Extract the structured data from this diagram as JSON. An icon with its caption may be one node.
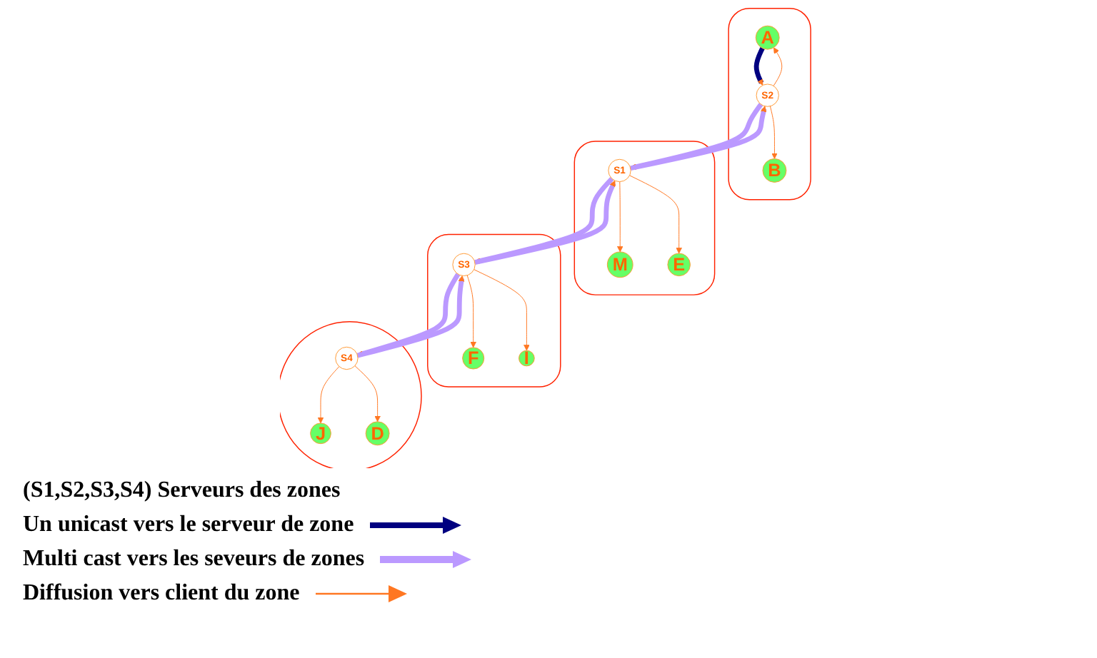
{
  "diagram": {
    "nodes": [
      {
        "text": [],
        "shape": "cloud"
      },
      {
        "text": [
          "B"
        ],
        "in": 0
      },
      {
        "text": [
          "A"
        ],
        "in": 0
      },
      {
        "text": [
          "S2"
        ],
        "in": 0
      },
      {
        "text": [],
        "shape": "cloud"
      },
      {
        "text": [
          "M"
        ],
        "in": 4
      },
      {
        "text": [
          "E"
        ],
        "in": 4
      },
      {
        "text": [
          "S1"
        ],
        "in": 4
      },
      {
        "text": [],
        "shape": "cloud"
      },
      {
        "text": [
          "F"
        ],
        "in": 8
      },
      {
        "text": [
          "S3"
        ],
        "in": 8
      },
      {
        "text": [
          "I"
        ],
        "in": 8
      },
      {
        "text": [],
        "shape": "circle"
      },
      {
        "text": [
          "J"
        ],
        "in": 12
      },
      {
        "text": [
          "S4"
        ],
        "in": 12
      },
      {
        "text": [
          "D"
        ],
        "in": 12
      }
    ],
    "edges": [
      {
        "from": 3,
        "to": 1,
        "arrow": "to"
      },
      {
        "from": 3,
        "to": 2,
        "arrow": "to"
      },
      {
        "from": 2,
        "to": 3,
        "arrow": "to",
        "style": "thick",
        "color": "#000080"
      },
      {
        "from": 7,
        "to": 5,
        "arrow": "to"
      },
      {
        "from": 7,
        "to": 6,
        "arrow": "to"
      },
      {
        "from": 3,
        "to": 7,
        "arrow": "to",
        "style": "thick",
        "color": "#bb99ff"
      },
      {
        "from": 7,
        "to": 3,
        "arrow": "to",
        "style": "thick",
        "color": "#bb99ff"
      },
      {
        "from": 7,
        "to": 10,
        "arrow": "to",
        "style": "thick",
        "color": "#bb99ff"
      },
      {
        "from": 10,
        "to": 7,
        "arrow": "to",
        "style": "thick",
        "color": "#bb99ff"
      },
      {
        "from": 10,
        "to": 9,
        "arrow": "to"
      },
      {
        "from": 10,
        "to": 11,
        "arrow": "to"
      },
      {
        "from": 10,
        "to": 14,
        "arrow": "to",
        "style": "thick",
        "color": "#bb99ff"
      },
      {
        "from": 14,
        "to": 10,
        "arrow": "to",
        "style": "thick",
        "color": "#bb99ff"
      },
      {
        "from": 14,
        "to": 13,
        "arrow": "to"
      },
      {
        "from": 14,
        "to": 15,
        "arrow": "to"
      }
    ],
    "labels": [
      "(S1,S2,S3,S4) Serveurs des zones"
    ],
    "legend": [
      {
        "text": "Un unicast vers le serveur de zone"
      },
      {
        "text": "Multi cast vers les seveurs de zones"
      },
      {
        "text": "Diffusion vers client du zone"
      }
    ]
  }
}
